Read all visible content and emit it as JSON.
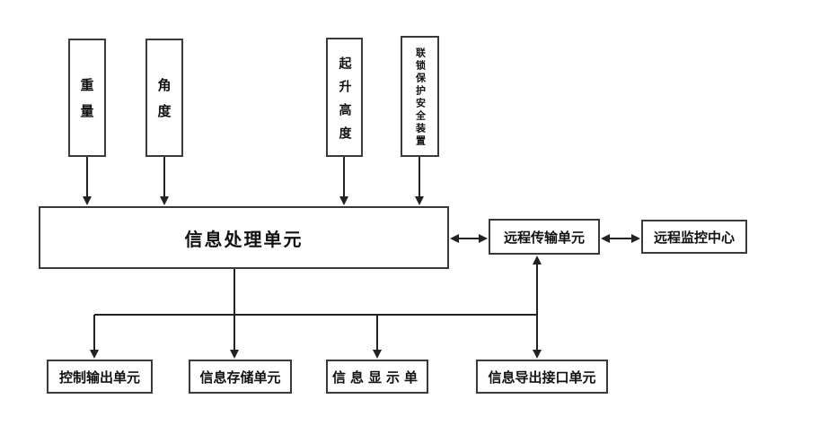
{
  "diagram": {
    "title": "Crane safety monitoring system block diagram",
    "sensors": [
      {
        "label": "重量"
      },
      {
        "label": "角度"
      },
      {
        "label": "起升高度"
      },
      {
        "label": "联锁保护安全装置"
      }
    ],
    "processing_unit": {
      "label": "信息处理单元"
    },
    "remote_transmission_unit": {
      "label": "远程传输单元"
    },
    "remote_monitoring_center": {
      "label": "远程监控中心"
    },
    "output_units": [
      {
        "label": "控制输出单元"
      },
      {
        "label": "信息存储单元"
      },
      {
        "label": "信息显示单"
      },
      {
        "label": "信息导出接口单元"
      }
    ],
    "colors": {
      "background": "#ffffff",
      "line": "#222222",
      "box_border": "#3a3a3a",
      "text": "#111111"
    }
  }
}
